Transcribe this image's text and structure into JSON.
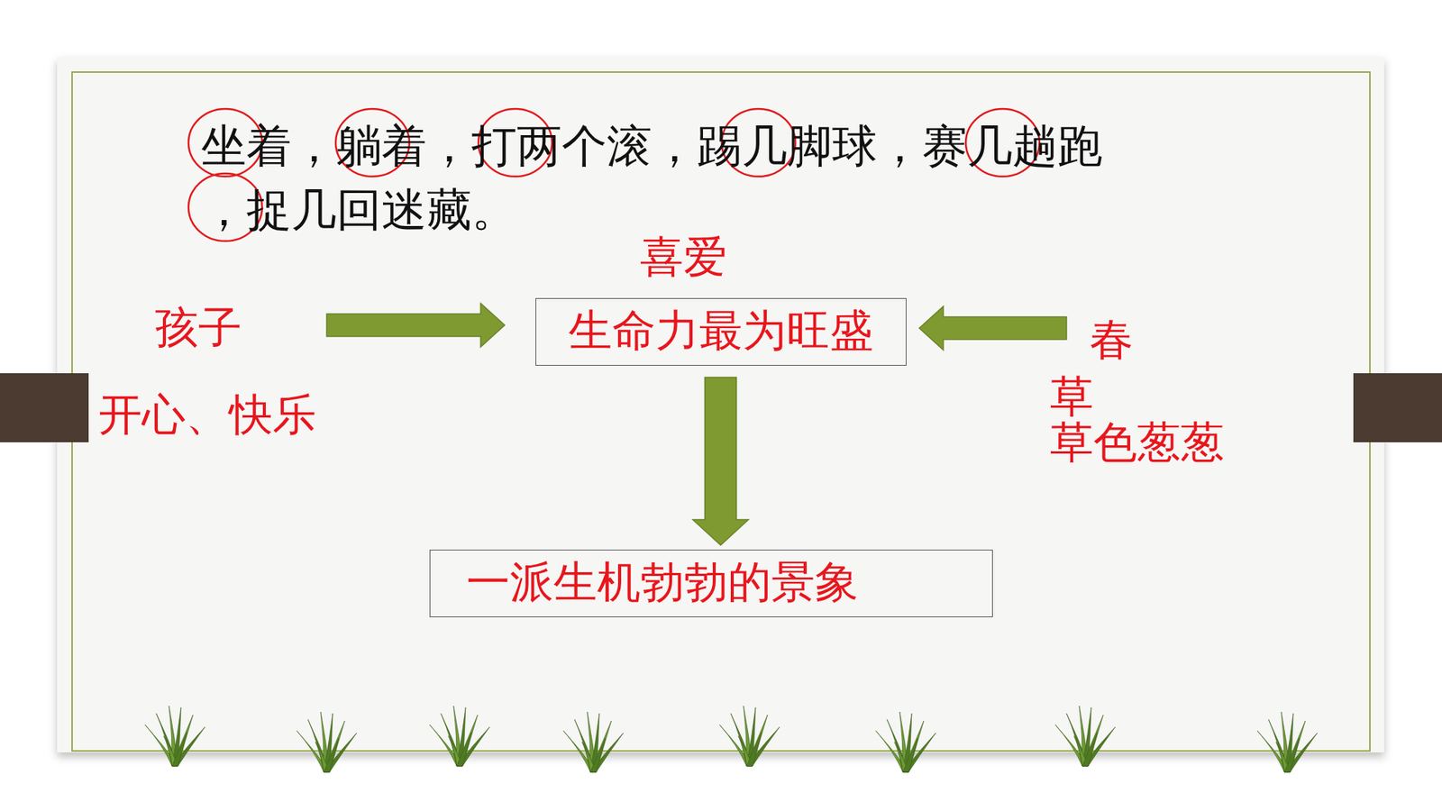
{
  "diagram": {
    "nodes": [
      {
        "text": [
          "生命力最为旺盛"
        ]
      },
      {
        "text": [
          "一派生机勃勃的景象"
        ]
      }
    ],
    "edges": [
      {
        "from": 0,
        "to": 1,
        "arrow": "to"
      }
    ],
    "labels": [
      "坐着，躺着，打两个滚，踢几脚球，赛几趟跑，捉几回迷藏。",
      "喜爱",
      "孩子",
      "开心、快乐",
      "春",
      "草",
      "草色葱葱"
    ]
  }
}
